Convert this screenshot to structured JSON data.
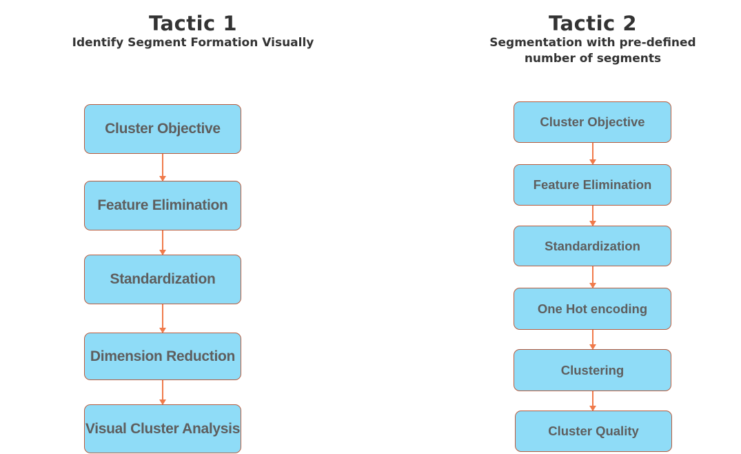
{
  "tactic1": {
    "title": "Tactic 1",
    "subtitle": "Identify Segment Formation Visually",
    "steps": [
      "Cluster Objective",
      "Feature Elimination",
      "Standardization",
      "Dimension Reduction",
      "Visual Cluster Analysis"
    ]
  },
  "tactic2": {
    "title": "Tactic 2",
    "subtitle_line1": "Segmentation with pre-defined",
    "subtitle_line2": "number of segments",
    "steps": [
      "Cluster Objective",
      "Feature Elimination",
      "Standardization",
      "One Hot encoding",
      "Clustering",
      "Cluster Quality"
    ]
  },
  "colors": {
    "box_fill": "#8fdcf7",
    "box_border": "#b85a3c",
    "arrow": "#f07a4a",
    "box_text": "#5e5e5e",
    "heading_text": "#333333"
  }
}
